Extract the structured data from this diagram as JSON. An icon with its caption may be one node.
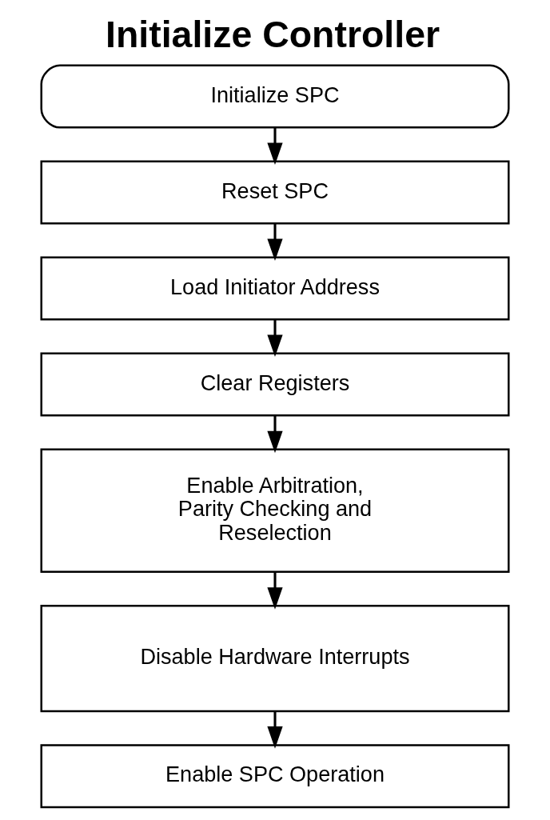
{
  "diagram": {
    "title": "Initialize Controller",
    "nodes": [
      {
        "text": [
          "Initialize SPC"
        ]
      },
      {
        "text": [
          "Reset SPC"
        ]
      },
      {
        "text": [
          "Load Initiator Address"
        ]
      },
      {
        "text": [
          "Clear Registers"
        ]
      },
      {
        "text": [
          "Enable Arbitration, Parity Checking and Reselection"
        ]
      },
      {
        "text": [
          "Disable Hardware Interrupts"
        ]
      },
      {
        "text": [
          "Enable SPC Operation"
        ]
      }
    ],
    "edges": [
      {
        "from": 0,
        "to": 1,
        "arrow": "to"
      },
      {
        "from": 1,
        "to": 2,
        "arrow": "to"
      },
      {
        "from": 2,
        "to": 3,
        "arrow": "to"
      },
      {
        "from": 3,
        "to": 4,
        "arrow": "to"
      },
      {
        "from": 4,
        "to": 5,
        "arrow": "to"
      },
      {
        "from": 5,
        "to": 6,
        "arrow": "to"
      }
    ]
  }
}
